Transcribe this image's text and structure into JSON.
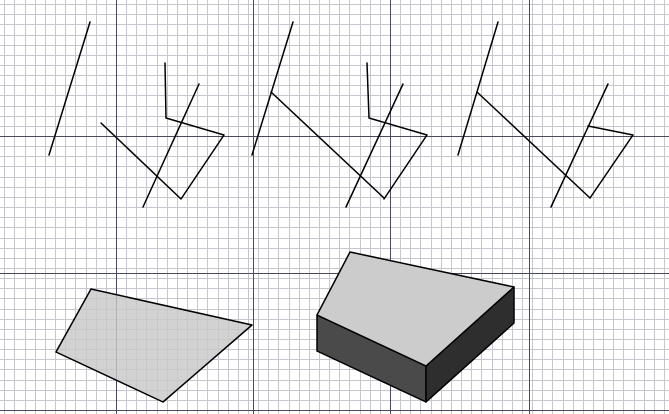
{
  "canvas": {
    "background": "#ffffff",
    "grid": {
      "visible": true,
      "minor_color": "#c6c6ce",
      "major_color": "#4a4a5e"
    }
  },
  "palette": {
    "line": "#000000",
    "flat_fill": "#c8c8c8",
    "solid_top": "#cccccc",
    "solid_front": "#4a4a4a",
    "solid_side": "#2e2e2e"
  },
  "panels": [
    {
      "name": "step-1-wire-sketch"
    },
    {
      "name": "step-2-wire-sketch"
    },
    {
      "name": "step-3-wire-sketch"
    },
    {
      "name": "flat-face-shape"
    },
    {
      "name": "extruded-solid-shape"
    }
  ]
}
